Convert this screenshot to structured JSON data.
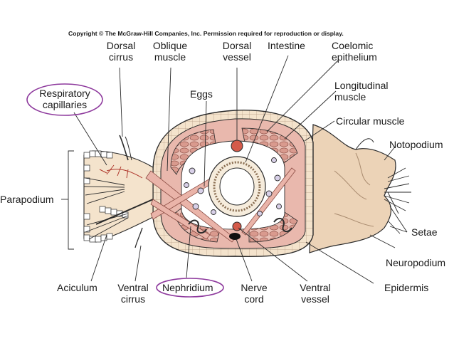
{
  "copyright": "Copyright © The McGraw-Hill Companies, Inc. Permission required for reproduction or display.",
  "labels": {
    "dorsal_cirrus": "Dorsal\ncirrus",
    "oblique_muscle": "Oblique\nmuscle",
    "dorsal_vessel": "Dorsal\nvessel",
    "intestine": "Intestine",
    "coelomic_epithelium": "Coelomic\nepithelium",
    "respiratory_capillaries": "Respiratory\ncapillaries",
    "eggs": "Eggs",
    "longitudinal_muscle": "Longitudinal\nmuscle",
    "circular_muscle": "Circular muscle",
    "notopodium": "Notopodium",
    "parapodium": "Parapodium",
    "setae": "Setae",
    "neuropodium": "Neuropodium",
    "epidermis": "Epidermis",
    "aciculum": "Aciculum",
    "ventral_cirrus": "Ventral\ncirrus",
    "nephridium": "Nephridium",
    "nerve_cord": "Nerve\ncord",
    "ventral_vessel": "Ventral\nvessel"
  },
  "colors": {
    "highlight_oval": "#8e3a9d",
    "muscle": "#e8b4aa",
    "muscle_dark": "#c98a80",
    "epidermis": "#f4e3cc",
    "parapodium_tissue": "#ead1b4",
    "coelom": "#ffffff",
    "outline": "#2a2a2a"
  }
}
